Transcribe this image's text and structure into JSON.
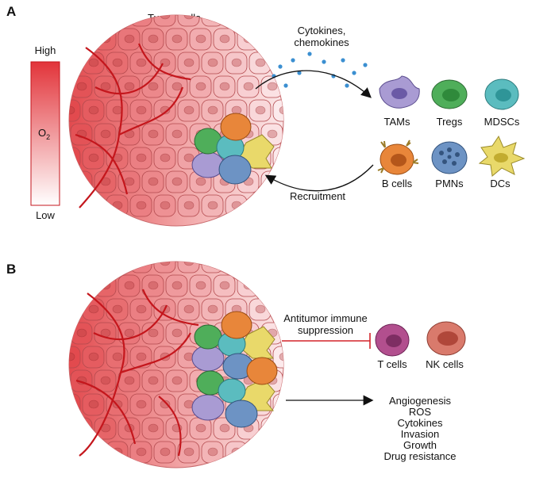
{
  "panel_a": {
    "letter": "A",
    "tumor_label": "Tumor cells",
    "o2_high": "High",
    "o2_low": "Low",
    "o2_label": "O",
    "o2_sub": "2",
    "signal_label_1": "Cytokines,",
    "signal_label_2": "chemokines",
    "recruit_label": "Recruitment",
    "cells": {
      "tams": "TAMs",
      "tregs": "Tregs",
      "mdscs": "MDSCs",
      "bcells": "B cells",
      "pmns": "PMNs",
      "dcs": "DCs"
    }
  },
  "panel_b": {
    "letter": "B",
    "suppression_1": "Antitumor immune",
    "suppression_2": "suppression",
    "tcells": "T cells",
    "nkcells": "NK cells",
    "effects": [
      "Angiogenesis",
      "ROS",
      "Cytokines",
      "Invasion",
      "Growth",
      "Drug resistance"
    ]
  },
  "colors": {
    "hypoxia_high": "#e0353b",
    "vessel": "#c4161c",
    "tam": "#a99bd3",
    "treg": "#4fae5a",
    "mdsc": "#5bbcbf",
    "bcell": "#e8863a",
    "pmn": "#6d93c4",
    "dc": "#e9d96a",
    "tcell": "#b24f8e",
    "nkcell": "#d97a6c"
  }
}
